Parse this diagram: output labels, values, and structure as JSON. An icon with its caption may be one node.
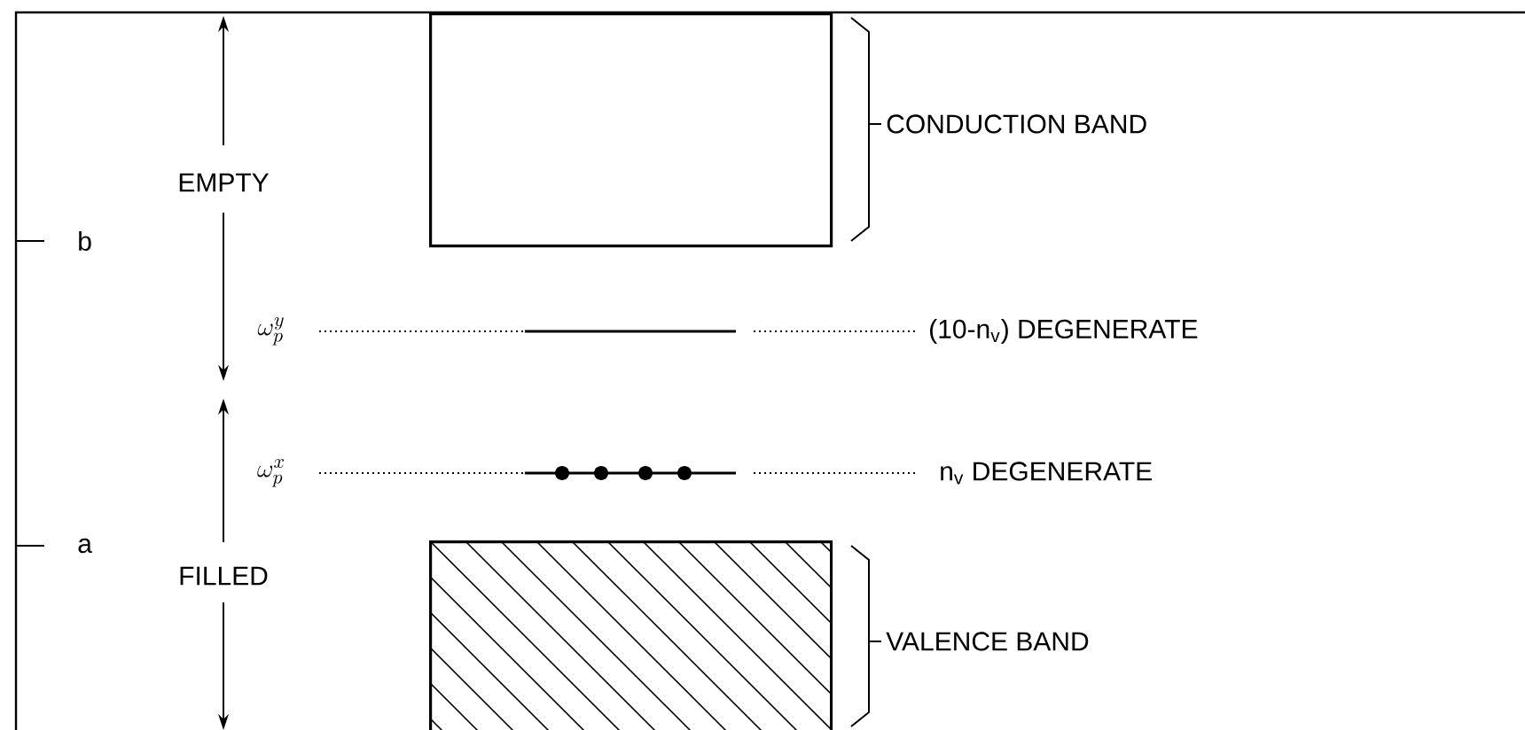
{
  "diagram": {
    "nodes": [
      {
        "text": [],
        "shape": "box",
        "beside": [
          "CONDUCTION BAND"
        ]
      },
      {
        "text": [],
        "shape": "box",
        "beside": [
          "VALENCE BAND"
        ]
      }
    ],
    "labels": [
      "EMPTY",
      "b",
      "\\omega_p^y",
      "(10-n$_{v}$) DEGENERATE",
      "\\omega_p^x",
      "n$_{v}$ DEGENERATE",
      "a",
      "FILLED"
    ]
  }
}
